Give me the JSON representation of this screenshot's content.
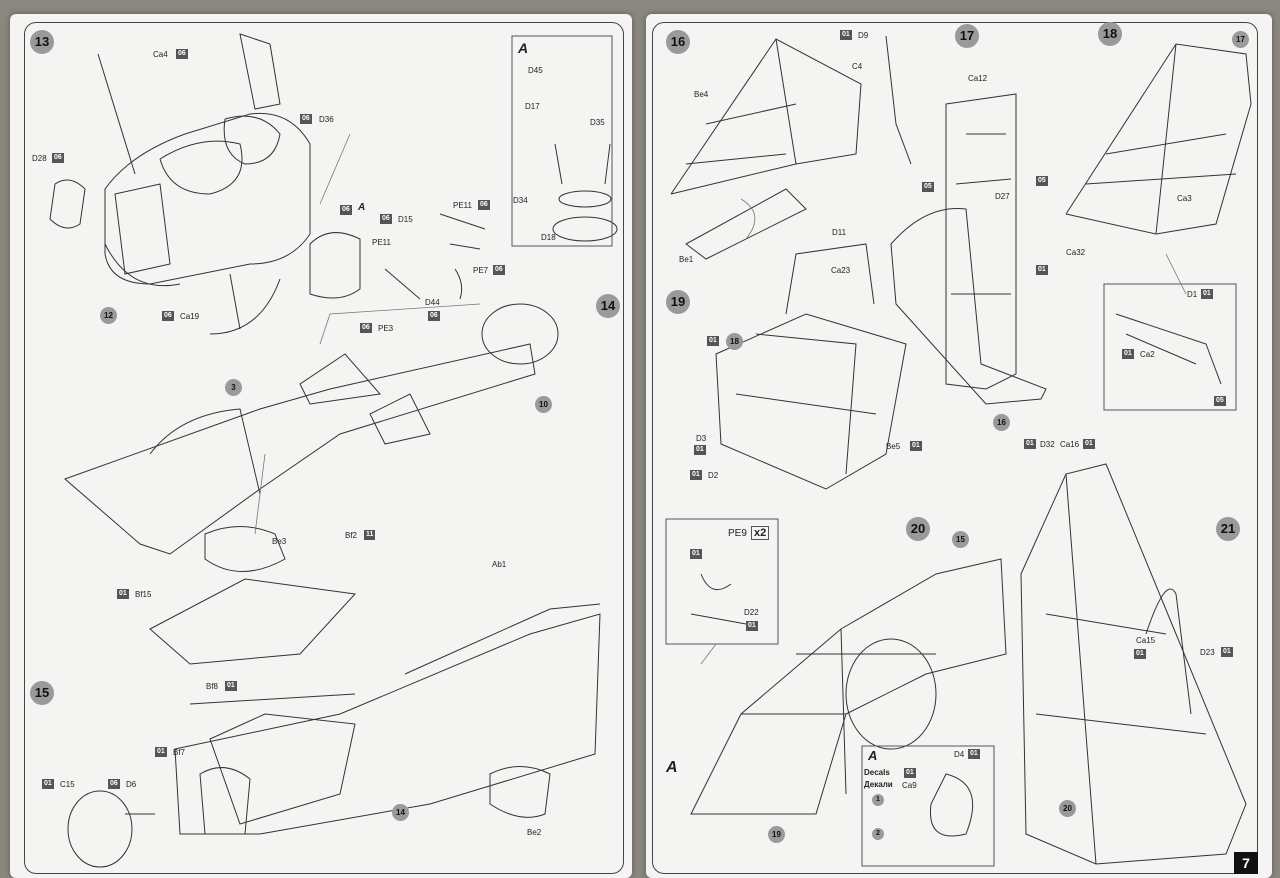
{
  "steps": {
    "s13": "13",
    "s14": "14",
    "s15": "15",
    "s16": "16",
    "s17": "17",
    "s18": "18",
    "s19": "19",
    "s20": "20",
    "s21": "21"
  },
  "subassemblies": {
    "a12": "12",
    "a3": "3",
    "a10": "10",
    "a14": "14",
    "a16": "16",
    "a17": "17",
    "a18": "18",
    "a19": "19",
    "a20": "20",
    "a15": "15"
  },
  "labels": {
    "ca4": "Ca4",
    "d28": "D28",
    "d36": "D36",
    "ca19": "Ca19",
    "pe3": "PE3",
    "d44": "D44",
    "pe7": "PE7",
    "pe11a": "PE11",
    "pe11b": "PE11",
    "d15": "D15",
    "d45": "D45",
    "d17": "D17",
    "d35": "D35",
    "d34": "D34",
    "d18": "D18",
    "be3": "Be3",
    "bf2": "Bf2",
    "bf15": "Bf15",
    "bf8": "Bf8",
    "bf7": "Bf7",
    "c15": "C15",
    "d6": "D6",
    "ab1": "Ab1",
    "be2": "Be2",
    "be4": "Be4",
    "c4": "C4",
    "be1": "Be1",
    "d9": "D9",
    "ca12": "Ca12",
    "d27": "D27",
    "ca3": "Ca3",
    "ca32": "Ca32",
    "d1": "D1",
    "ca2": "Ca2",
    "d11": "D11",
    "ca23": "Ca23",
    "d3": "D3",
    "d2": "D2",
    "be5": "Be5",
    "d32": "D32",
    "ca16": "Ca16",
    "pe9": "PE9",
    "d22": "D22",
    "ca15": "Ca15",
    "d23": "D23",
    "decals_en": "Decals",
    "decals_ru": "Декали",
    "d4": "D4",
    "ca9": "Ca9",
    "d1num": "1",
    "d2num": "2"
  },
  "tags": {
    "t06": "06",
    "t01": "01",
    "t05": "05",
    "t11": "11"
  },
  "letters": {
    "a": "A"
  },
  "multiplier": "x2",
  "page_number": "7"
}
